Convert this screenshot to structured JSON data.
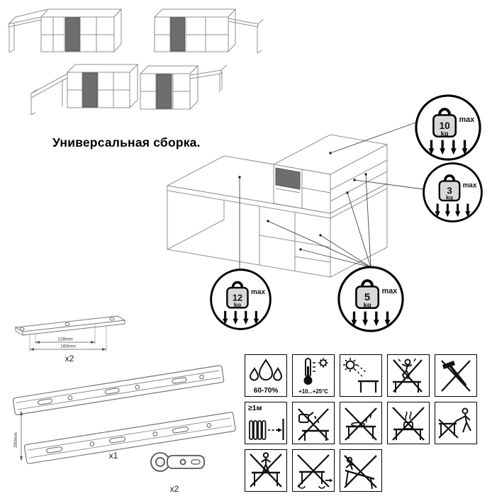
{
  "title": "Универсальная сборка.",
  "badges": [
    {
      "value": "10",
      "unit": "kg",
      "max": "max"
    },
    {
      "value": "3",
      "unit": "kg",
      "max": "max"
    },
    {
      "value": "12",
      "unit": "kg",
      "max": "max"
    },
    {
      "value": "5",
      "unit": "kg",
      "max": "max"
    }
  ],
  "hardware": {
    "support_bar": {
      "qty": "x2",
      "dim_inner": "128mm",
      "dim_outer": "160mm"
    },
    "drawer_slides": {
      "qty": "x1",
      "length": "300mm"
    },
    "hinge": {
      "qty": "x2"
    }
  },
  "care_icons": [
    {
      "name": "humidity",
      "label": "60-70%"
    },
    {
      "name": "temperature-range",
      "label": "+10...+25°C"
    },
    {
      "name": "avoid-direct-sunlight",
      "label": ""
    },
    {
      "name": "no-jumping-on-furniture",
      "label": ""
    },
    {
      "name": "no-hammering",
      "label": ""
    },
    {
      "name": "keep-1m-from-heater",
      "label": "≥1м"
    },
    {
      "name": "no-pouring-liquids",
      "label": ""
    },
    {
      "name": "no-wet-cleaning",
      "label": ""
    },
    {
      "name": "no-hot-objects",
      "label": ""
    },
    {
      "name": "no-dragging",
      "label": ""
    },
    {
      "name": "no-standing-on-top",
      "label": ""
    },
    {
      "name": "no-pushing-loaded",
      "label": ""
    },
    {
      "name": "no-sitting-on-edge",
      "label": ""
    }
  ],
  "colors": {
    "line": "#8f8f8f",
    "dark_panel": "#6e6e6e",
    "ink": "#000000"
  }
}
